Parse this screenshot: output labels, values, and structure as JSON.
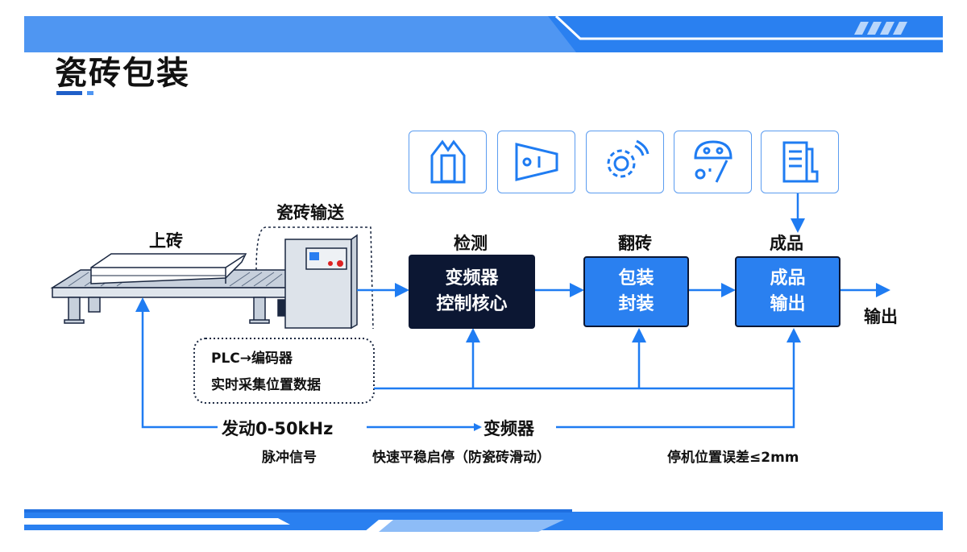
{
  "title": "瓷砖包装",
  "colors": {
    "accent": "#1f7cf2",
    "dark": "#0c1733",
    "band": "#2a80f0"
  },
  "icons": [
    "tile-stack-icon",
    "sensor-icon",
    "gear-signal-icon",
    "robot-arm-icon",
    "document-icon"
  ],
  "stations": {
    "loading": "上砖",
    "conveying": "瓷砖输送",
    "plc_line1": "PLC→编码器",
    "plc_line2": "实时采集位置数据"
  },
  "process": [
    {
      "heading": "检测",
      "line1": "变频器",
      "line2": "控制核心"
    },
    {
      "heading": "翻砖",
      "line1": "包装",
      "line2": "封装"
    },
    {
      "heading": "成品",
      "line1": "成品",
      "line2": "输出"
    }
  ],
  "output_label": "输出",
  "signal": {
    "drive": "发动0-50kHz",
    "drive_sub": "脉冲信号",
    "inverter": "变频器",
    "inverter_sub": "快速平稳启停（防瓷砖滑动）",
    "stop_sub": "停机位置误差≤2mm"
  }
}
